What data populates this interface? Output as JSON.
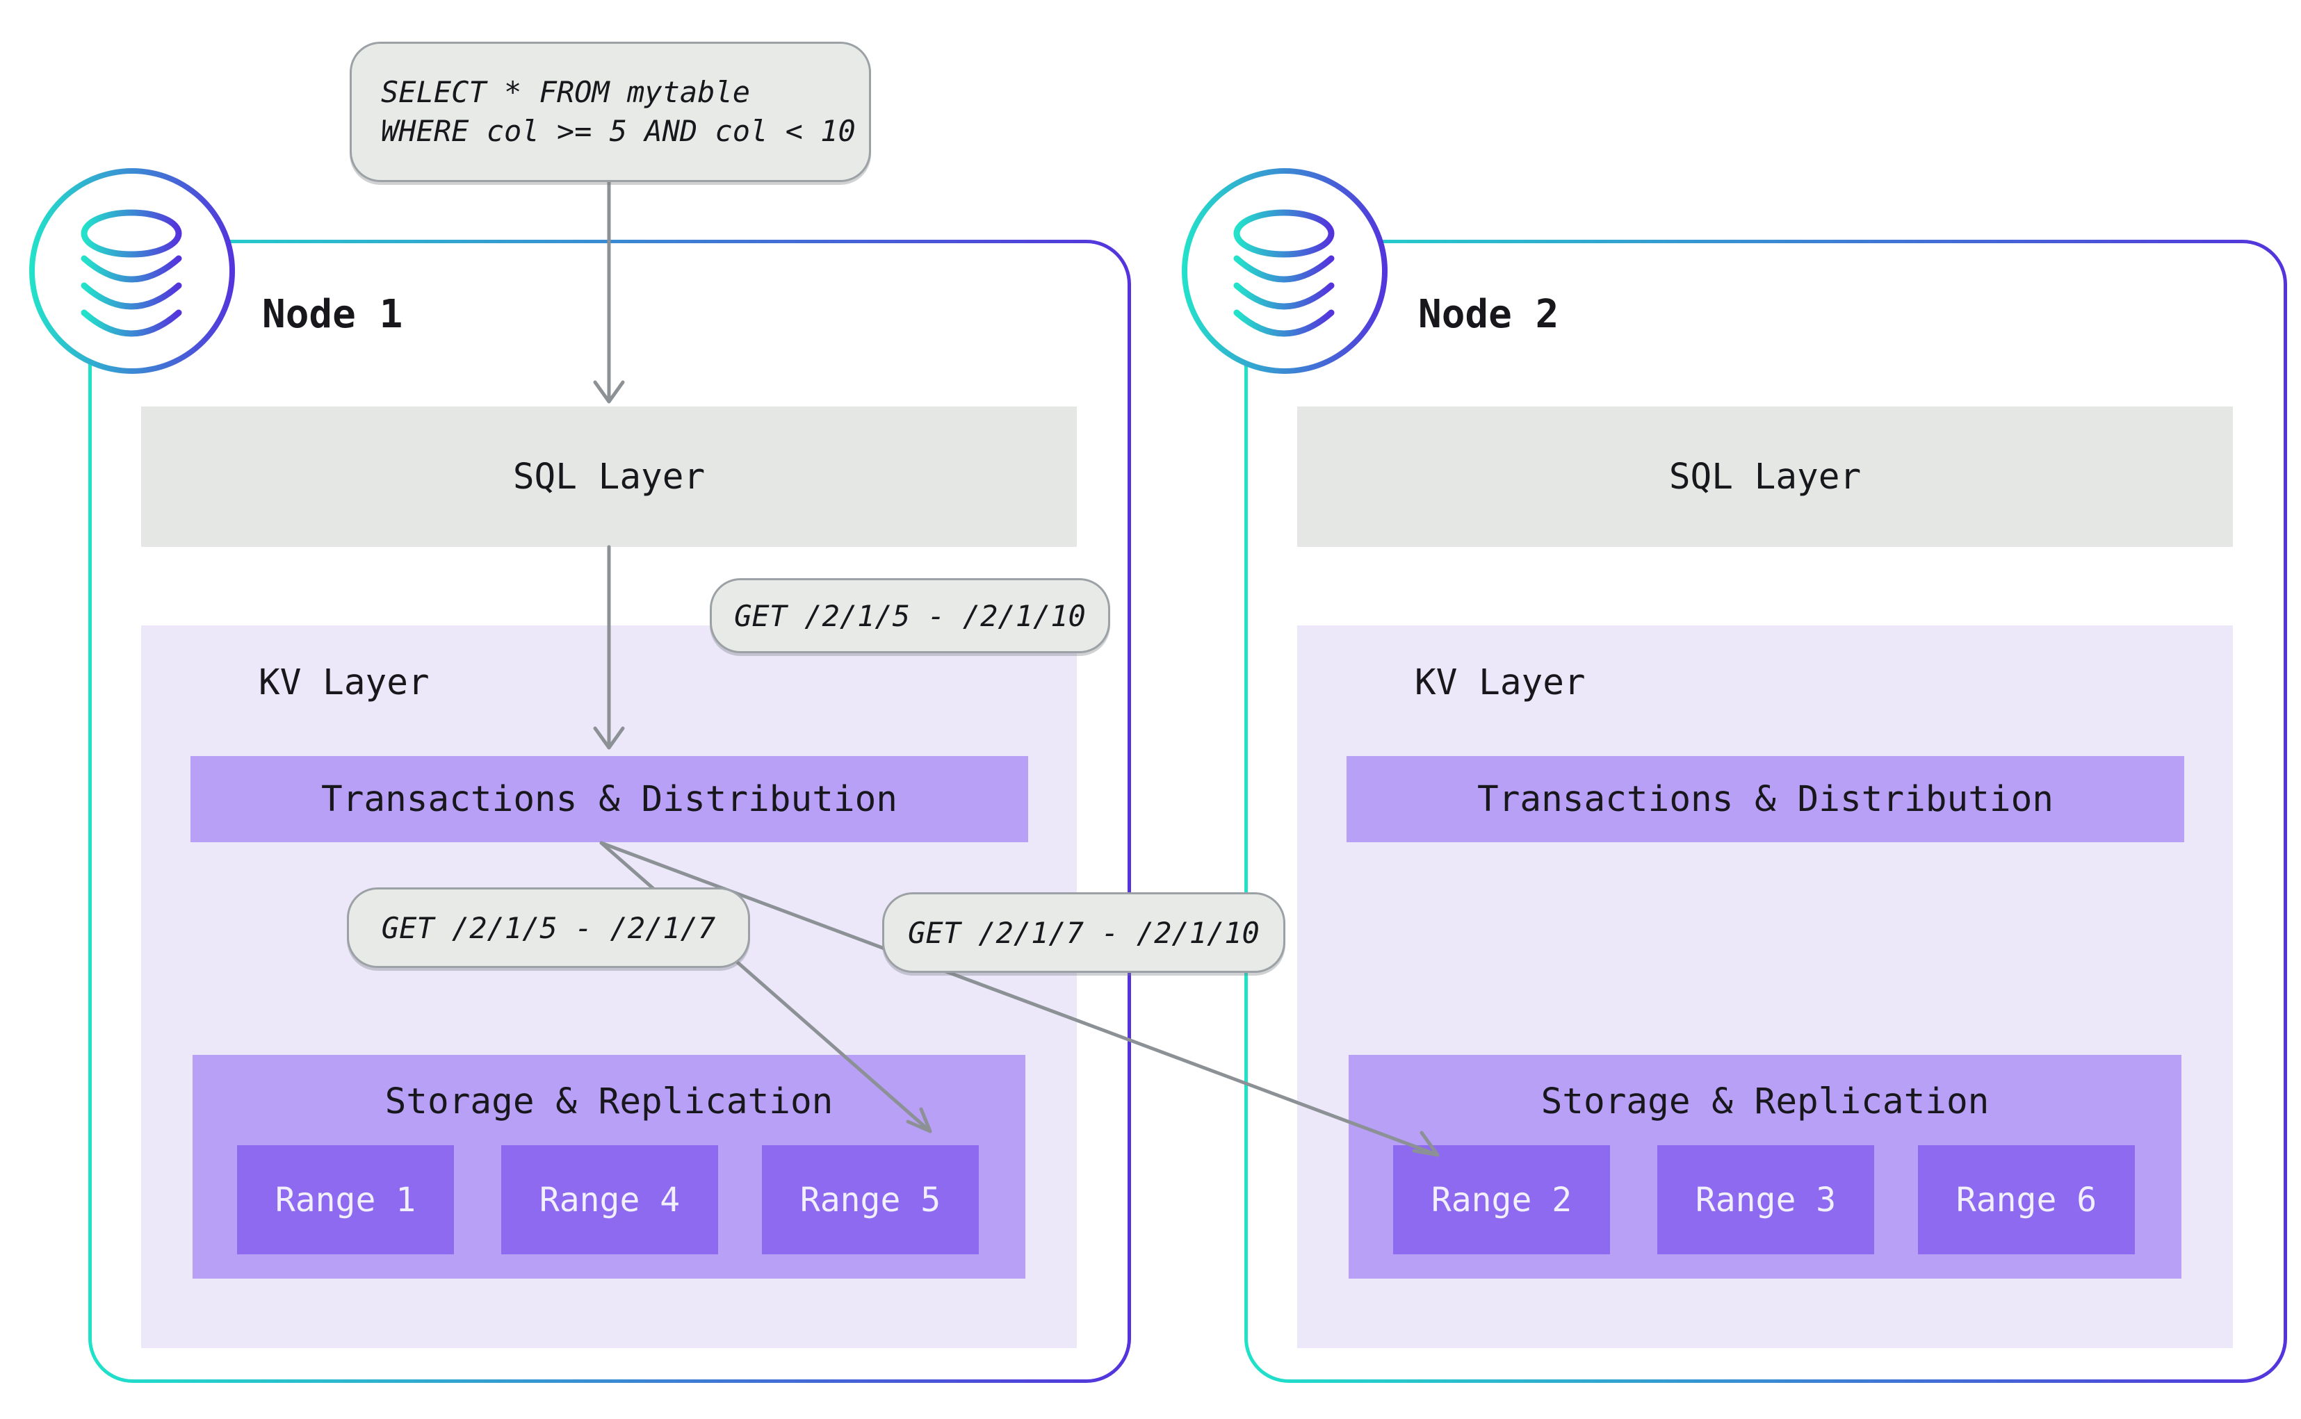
{
  "query": {
    "line1": "SELECT * FROM mytable",
    "line2": "WHERE col >= 5 AND col < 10"
  },
  "get_labels": {
    "sql_to_kv": "GET /2/1/5 - /2/1/10",
    "local": "GET /2/1/5 - /2/1/7",
    "remote": "GET /2/1/7 - /2/1/10"
  },
  "nodes": [
    {
      "label": "Node 1",
      "sql_layer": "SQL Layer",
      "kv_layer": "KV Layer",
      "transactions": "Transactions & Distribution",
      "storage": "Storage & Replication",
      "ranges": [
        "Range 1",
        "Range 4",
        "Range 5"
      ]
    },
    {
      "label": "Node 2",
      "sql_layer": "SQL Layer",
      "kv_layer": "KV Layer",
      "transactions": "Transactions & Distribution",
      "storage": "Storage & Replication",
      "ranges": [
        "Range 2",
        "Range 3",
        "Range 6"
      ]
    }
  ],
  "icons": {
    "node_icon": "database-icon"
  },
  "colors": {
    "node_border_start": "#1fe2c9",
    "node_border_end": "#5433dc",
    "sql_layer_gray": "#e5e7e5",
    "label_bg": "#e8eae8",
    "label_border": "#9ba1a5",
    "kv_bg": "#ece8fa",
    "band_purple": "#b7a0f6",
    "range_purple": "#8d6af0",
    "range_text": "#f3f0fe",
    "arrow_gray": "#8c9196",
    "text_dark": "#17171c"
  }
}
